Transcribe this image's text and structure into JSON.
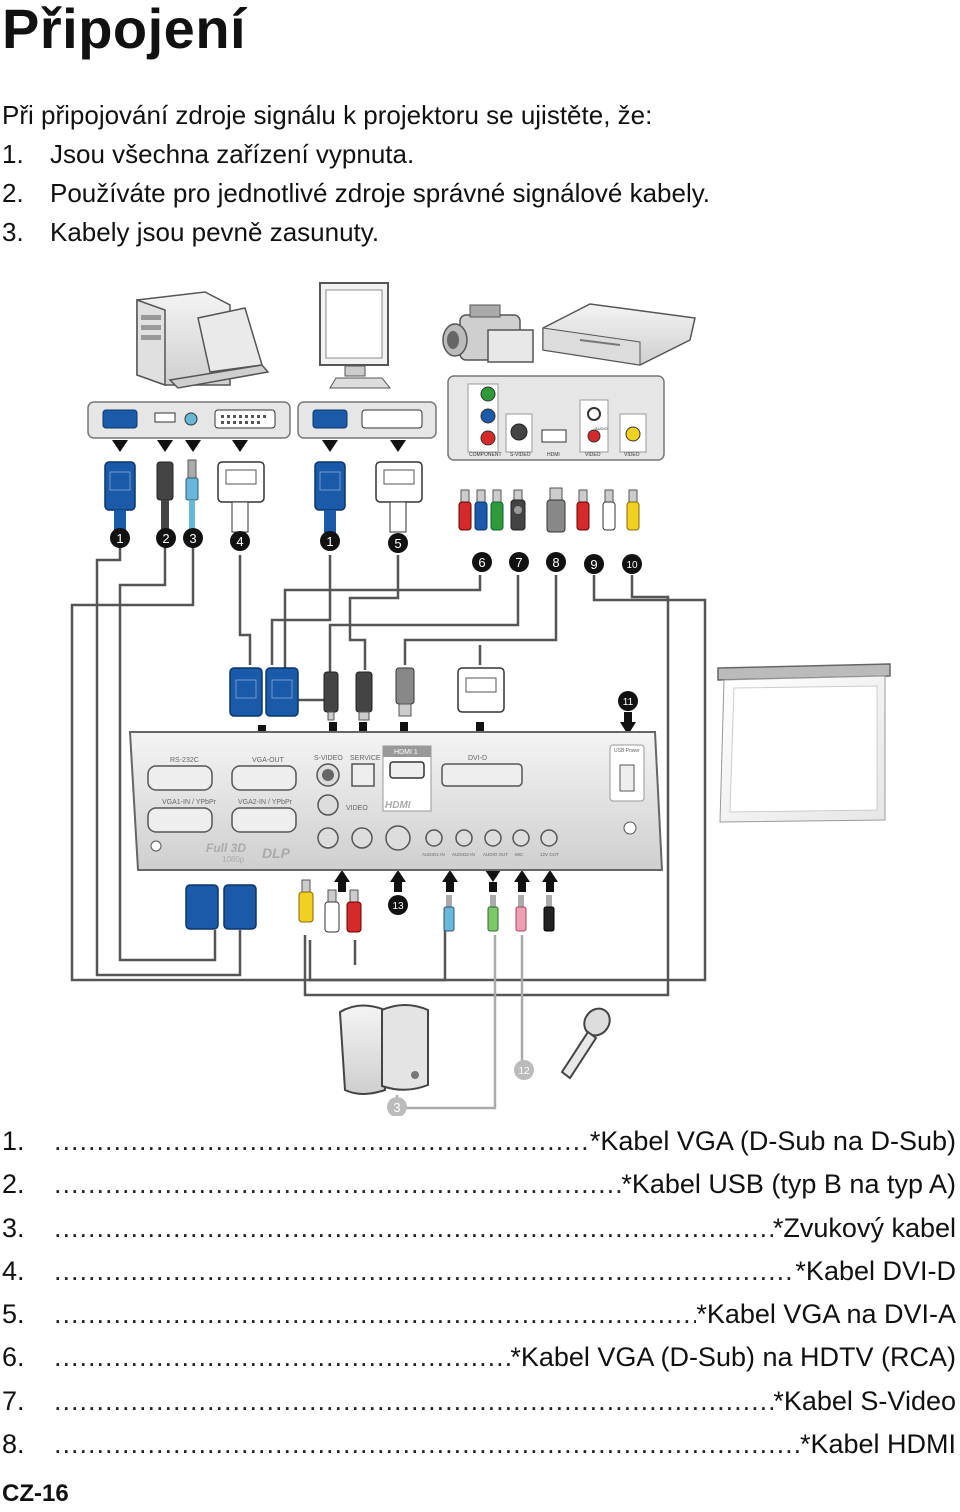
{
  "title": "Připojení",
  "intro": {
    "lead": "Při připojování zdroje signálu k projektoru se ujistěte, že:",
    "items": [
      {
        "num": "1.",
        "text": "Jsou všechna zařízení vypnuta."
      },
      {
        "num": "2.",
        "text": "Používáte pro jednotlivé zdroje správné signálové kabely."
      },
      {
        "num": "3.",
        "text": "Kabely jsou pevně zasunuty."
      }
    ]
  },
  "diagram": {
    "ports": {
      "rs232c": "RS-232C",
      "vga_out": "VGA-OUT",
      "s_video": "S-VIDEO",
      "service": "SERVICE",
      "hdmi1": "HDMI 1",
      "dvi_d": "DVI-D",
      "usb_power": "USB Power",
      "vga1_in": "VGA1-IN / YPbPr",
      "vga2_in": "VGA2-IN / YPbPr",
      "video": "VIDEO",
      "audio1_in": "AUDIO1-IN",
      "audio2_in": "AUDIO2-IN",
      "audio_out": "AUDIO OUT",
      "mic": "MIC",
      "v12_out": "12V OUT",
      "full3d": "Full 3D",
      "res": "1080p",
      "dlp": "DLP",
      "hdmi_logo": "HDMI",
      "src_component": "COMPONENT",
      "src_svideo": "S-VIDEO",
      "src_hdmi": "HDMI",
      "src_video1": "VIDEO",
      "src_video2": "VIDEO",
      "src_audio": "AUDIO"
    },
    "markers": [
      "1",
      "2",
      "3",
      "4",
      "1",
      "5",
      "6",
      "7",
      "8",
      "9",
      "10",
      "11",
      "12",
      "13",
      "3"
    ]
  },
  "legend": [
    {
      "num": "1.",
      "text": "*Kabel VGA (D-Sub na D-Sub)"
    },
    {
      "num": "2.",
      "text": "*Kabel USB (typ B na typ A)"
    },
    {
      "num": "3.",
      "text": "*Zvukový kabel"
    },
    {
      "num": "4.",
      "text": "*Kabel DVI-D"
    },
    {
      "num": "5.",
      "text": "*Kabel VGA na DVI-A"
    },
    {
      "num": "6.",
      "text": "*Kabel VGA (D-Sub) na HDTV (RCA)"
    },
    {
      "num": "7.",
      "text": "*Kabel S-Video"
    },
    {
      "num": "8.",
      "text": "*Kabel HDMI"
    }
  ],
  "footer": "CZ-16",
  "colors": {
    "vga_blue": "#1a5aa8",
    "rca_red": "#d42a2a",
    "rca_green": "#2f9a3a",
    "rca_yellow": "#f0d020",
    "audio_green": "#7dc96a",
    "audio_pink": "#f0a0b4",
    "audio_blue": "#6ab8d8"
  }
}
